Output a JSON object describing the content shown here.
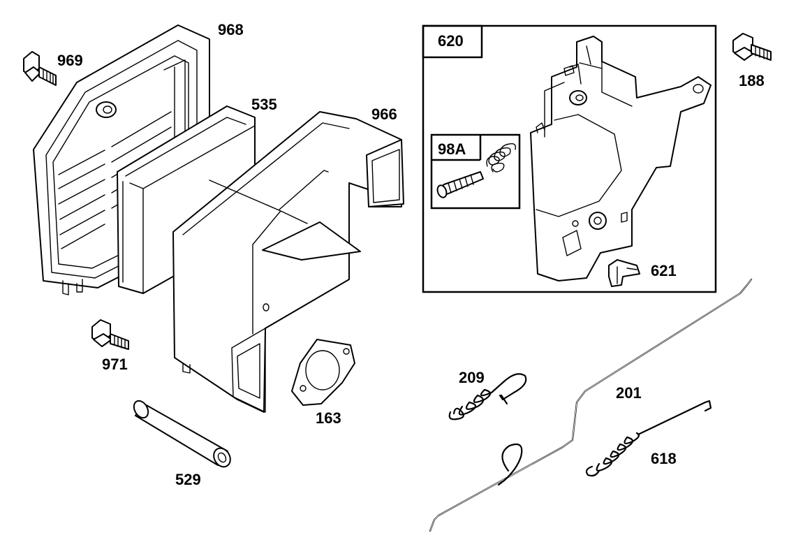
{
  "labels": {
    "p968": "968",
    "p969": "969",
    "p535": "535",
    "p966": "966",
    "p620": "620",
    "p188": "188",
    "p98a": "98A",
    "p621": "621",
    "p971": "971",
    "p163": "163",
    "p529": "529",
    "p209": "209",
    "p201": "201",
    "p618": "618"
  }
}
